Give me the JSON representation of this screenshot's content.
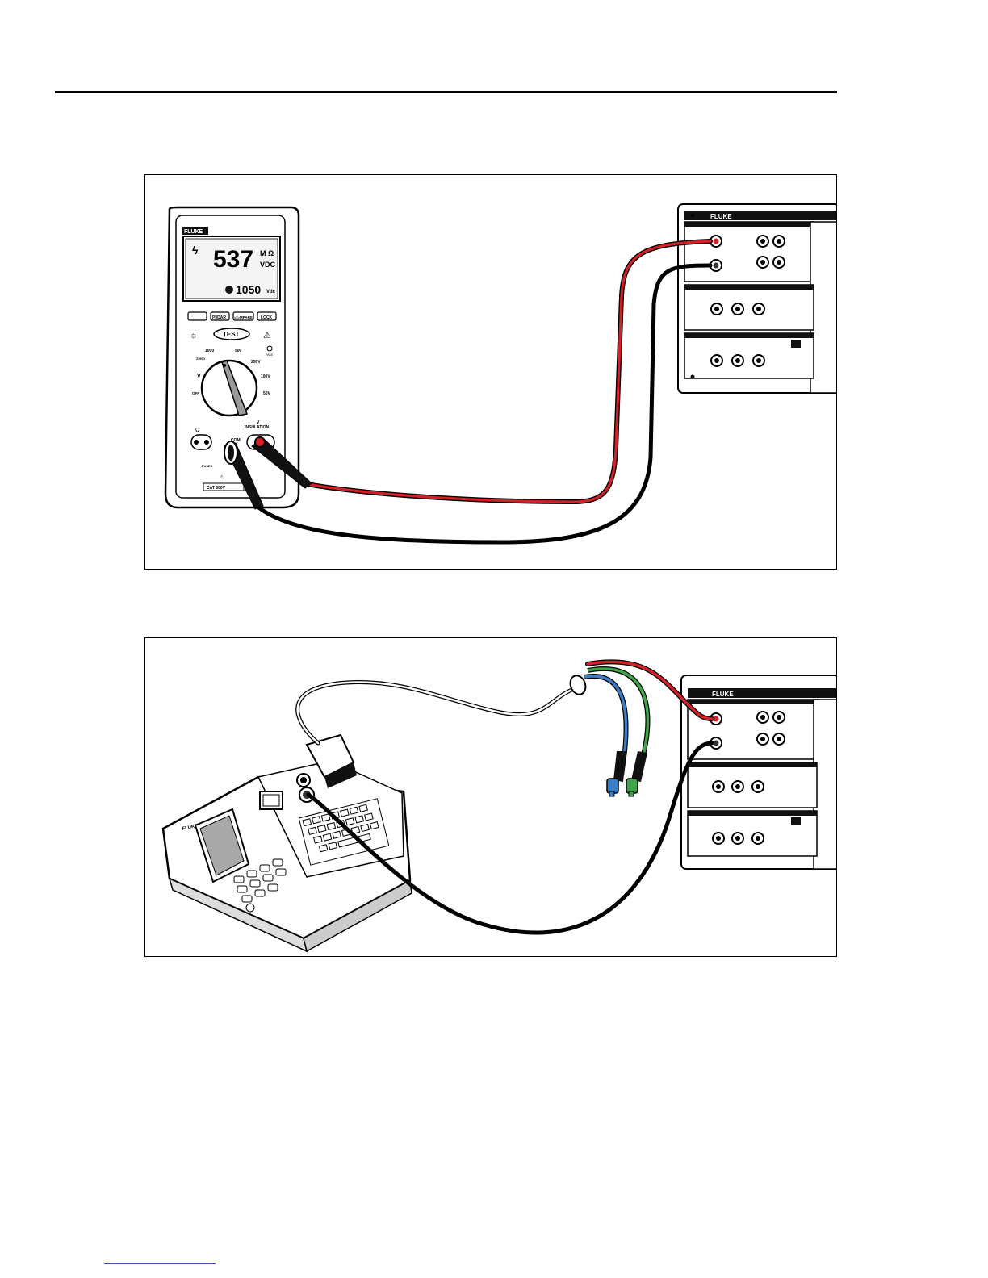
{
  "meter": {
    "brand": "FLUKE",
    "primary_value": "537",
    "primary_unit": "M Ω",
    "primary_type": "VDC",
    "secondary_value": "1050",
    "secondary_unit": "Vdc",
    "buttons": [
      "",
      "PI/DAR",
      "◁▷MPARE",
      "LOCK"
    ],
    "test_button": "TEST",
    "dial_labels": {
      "v1000": "1000",
      "v500": "500",
      "v250": "250V",
      "v100": "100V",
      "v50": "50V",
      "zero": "ZERO",
      "off": "OFF",
      "volts": "V",
      "pass": "PASS"
    },
    "jack_labels": {
      "com": "COM",
      "insulation": "INSULATION",
      "v": "V",
      "fused": "FUSED",
      "rating": "CAT 600V"
    }
  },
  "calibrator": {
    "brand": "FLUKE"
  },
  "pat_tester": {
    "brand": "FLUKE"
  },
  "colors": {
    "red_lead": "#d42027",
    "black_lead": "#000000",
    "blue_lead": "#3a7ec6",
    "green_lead": "#3fa447"
  }
}
